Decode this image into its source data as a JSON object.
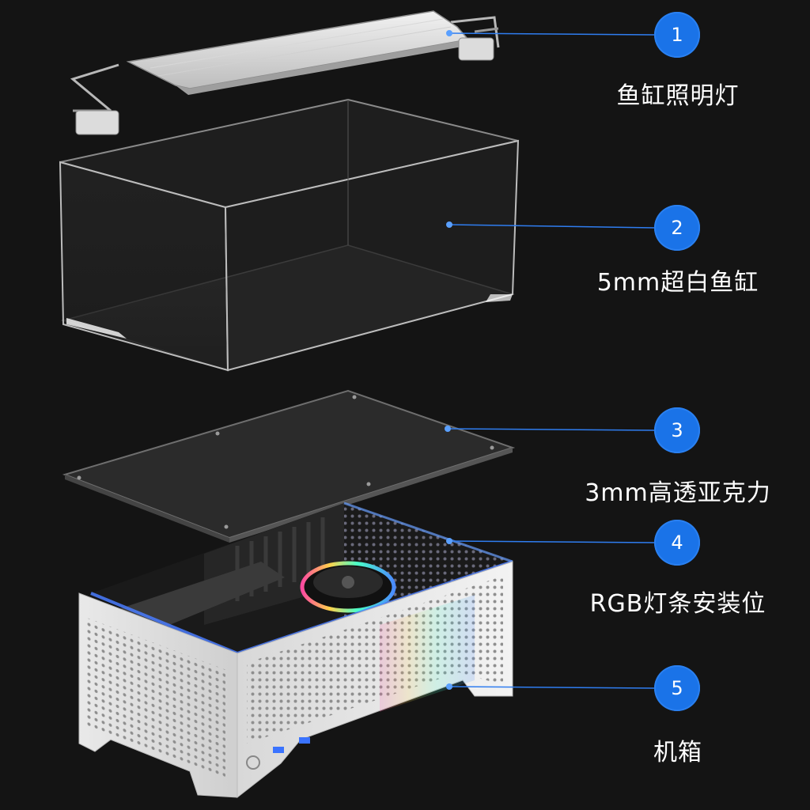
{
  "callouts": [
    {
      "number": "1",
      "label": "鱼缸照明灯"
    },
    {
      "number": "2",
      "label": "5mm超白鱼缸"
    },
    {
      "number": "3",
      "label": "3mm高透亚克力"
    },
    {
      "number": "4",
      "label": "RGB灯条安装位"
    },
    {
      "number": "5",
      "label": "机箱"
    }
  ],
  "colors": {
    "background": "#141414",
    "badge": "#1a73e8",
    "leader_line": "#2f7df0",
    "text": "#ffffff"
  }
}
